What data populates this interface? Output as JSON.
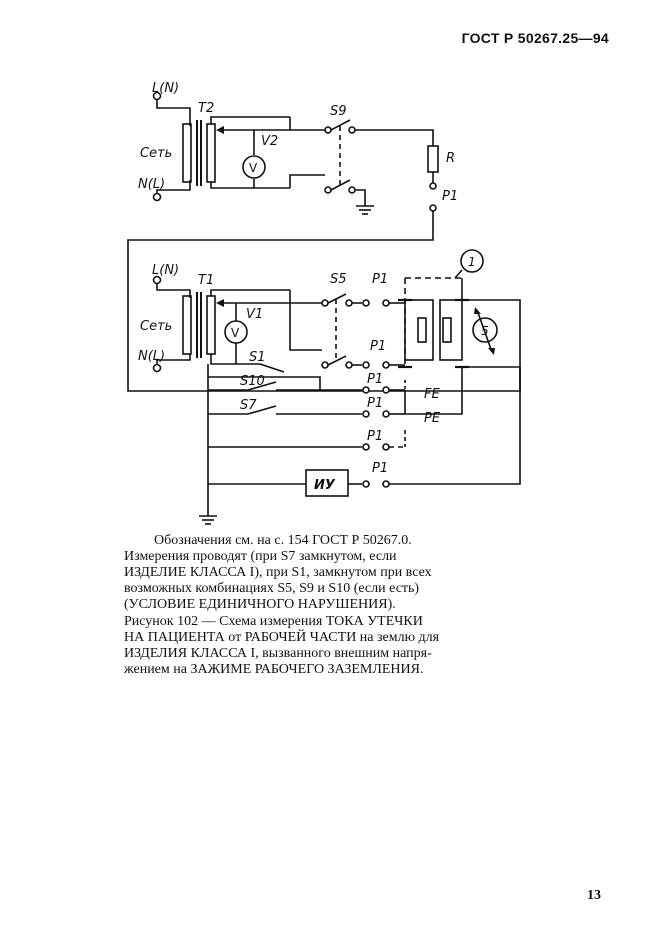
{
  "header": {
    "standard": "ГОСТ Р 50267.25—94"
  },
  "diagram": {
    "top": {
      "line_label": "L(N)",
      "neutral_label": "N(L)",
      "mains_label": "Сеть",
      "transformer_label": "T2",
      "voltmeter_label": "V2",
      "voltmeter_symbol": "V",
      "switch_label": "S9",
      "resistor_label": "R",
      "point_label": "P1"
    },
    "bottom": {
      "line_label": "L(N)",
      "neutral_label": "N(L)",
      "mains_label": "Сеть",
      "transformer_label": "T1",
      "voltmeter_label": "V1",
      "voltmeter_symbol": "V",
      "switch_s5": "S5",
      "switch_s1": "S1",
      "switch_s10": "S10",
      "switch_s7": "S7",
      "p1_labels": [
        "P1",
        "P1",
        "P1",
        "P1",
        "P1",
        "P1"
      ],
      "fe_label": "FE",
      "pe_label": "PE",
      "device_marker": "1",
      "source_symbol": "5",
      "meter_label": "ИУ"
    }
  },
  "caption": {
    "note": "Обозначения см. на с. 154 ГОСТ Р 50267.0.",
    "paragraph": [
      "Измерения проводят (при S7 замкнутом, если",
      "ИЗДЕЛИЕ КЛАССА I), при S1, замкнутом при всех",
      "возможных комбинациях S5, S9 и S10 (если есть)",
      "(УСЛОВИЕ ЕДИНИЧНОГО НАРУШЕНИЯ)."
    ],
    "figure": [
      "Рисунок 102 — Схема измерения ТОКА УТЕЧКИ",
      "НА ПАЦИЕНТА от РАБОЧЕЙ ЧАСТИ на землю для",
      "ИЗДЕЛИЯ КЛАССА I, вызванного внешним напря-",
      "жением на ЗАЖИМЕ РАБОЧЕГО ЗАЗЕМЛЕНИЯ."
    ]
  },
  "page_number": "13"
}
